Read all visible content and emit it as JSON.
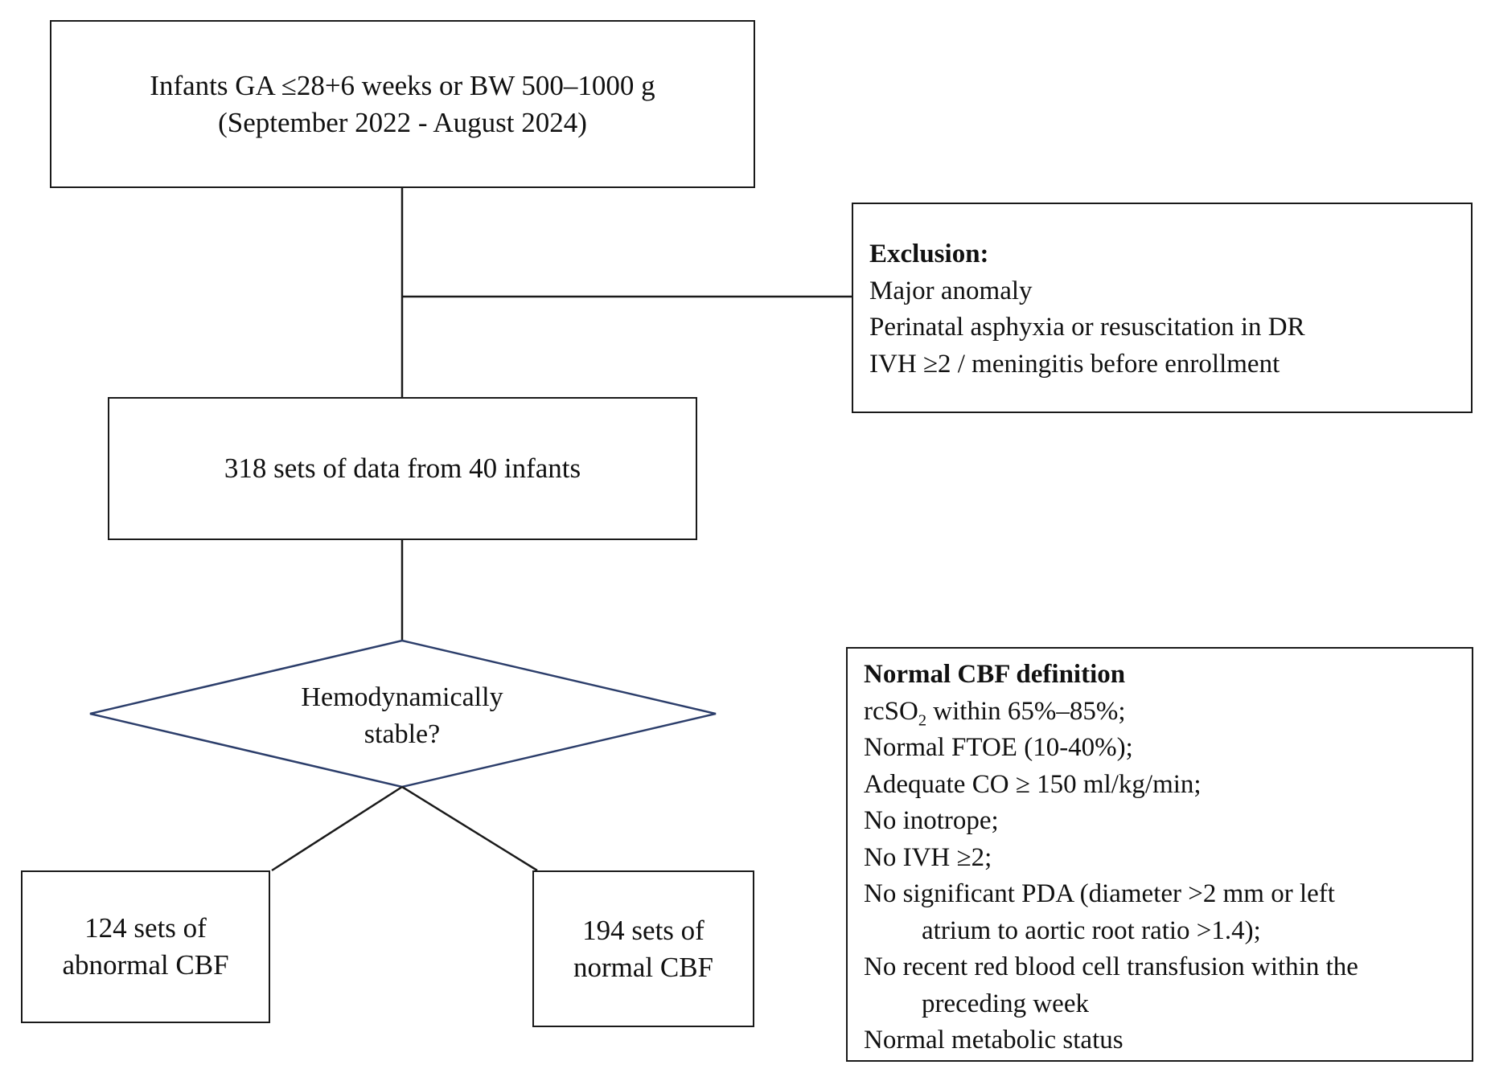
{
  "population": {
    "line1": "Infants GA ≤28+6 weeks or BW 500–1000 g",
    "line2": "(September 2022 - August 2024)"
  },
  "exclusion": {
    "title": "Exclusion:",
    "items": [
      "Major anomaly",
      "Perinatal asphyxia or resuscitation in DR",
      "IVH ≥2 / meningitis before enrollment"
    ]
  },
  "dataset": {
    "text": "318 sets of data from 40 infants"
  },
  "decision": {
    "line1": "Hemodynamically",
    "line2": "stable?"
  },
  "abnormal": {
    "line1": "124 sets of",
    "line2": "abnormal CBF"
  },
  "normal": {
    "line1": "194 sets of",
    "line2": "normal CBF"
  },
  "definition": {
    "title": "Normal CBF definition",
    "rcso2_prefix": "rcSO",
    "rcso2_sub": "2",
    "rcso2_suffix": " within 65%–85%;",
    "ftoe": "Normal FTOE (10-40%);",
    "co": "Adequate CO ≥ 150 ml/kg/min;",
    "inotrope": "No inotrope;",
    "ivh": "No IVH ≥2;",
    "pda_line1": "No significant PDA (diameter >2 mm or left",
    "pda_line2": "atrium to aortic root ratio >1.4);",
    "rbc_line1": "No recent red blood cell transfusion within the",
    "rbc_line2": "preceding week",
    "metabolic": "Normal metabolic status"
  },
  "colors": {
    "line": "#1a1a1a",
    "diamond": "#2c3e6b"
  }
}
